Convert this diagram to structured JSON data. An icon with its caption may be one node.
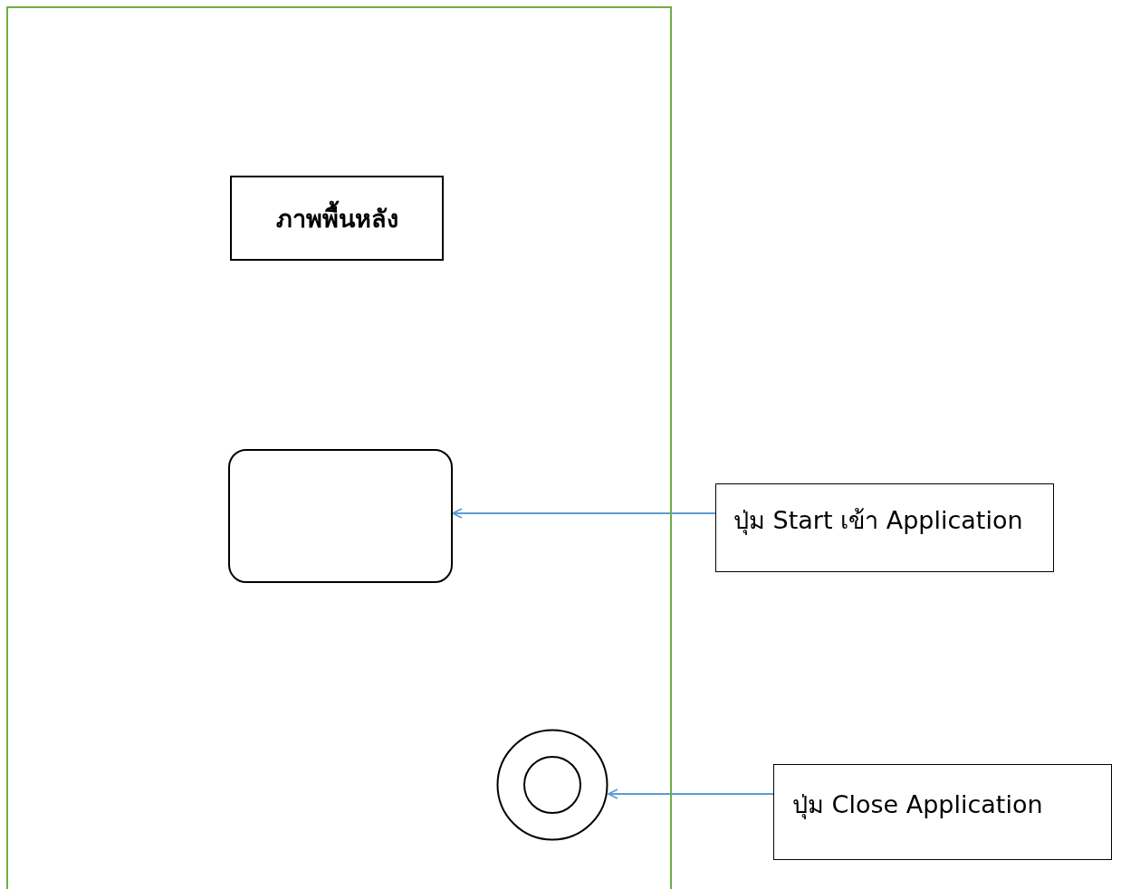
{
  "diagram": {
    "nodes": [
      {
        "text": [],
        "shape": "box"
      },
      {
        "text": [
          "ภาพพื้นหลัง"
        ],
        "in": 0
      },
      {
        "text": [],
        "shape": "box",
        "in": 0
      },
      {
        "text": [],
        "shape": "circle",
        "in": 0
      },
      {
        "text": [
          "ปุ่ม Start เข้า Application"
        ]
      },
      {
        "text": [
          "ปุ่ม Close Application"
        ]
      }
    ],
    "edges": [
      {
        "from": 4,
        "to": 2,
        "arrow": "to"
      },
      {
        "from": 5,
        "to": 3,
        "arrow": "to"
      }
    ]
  }
}
